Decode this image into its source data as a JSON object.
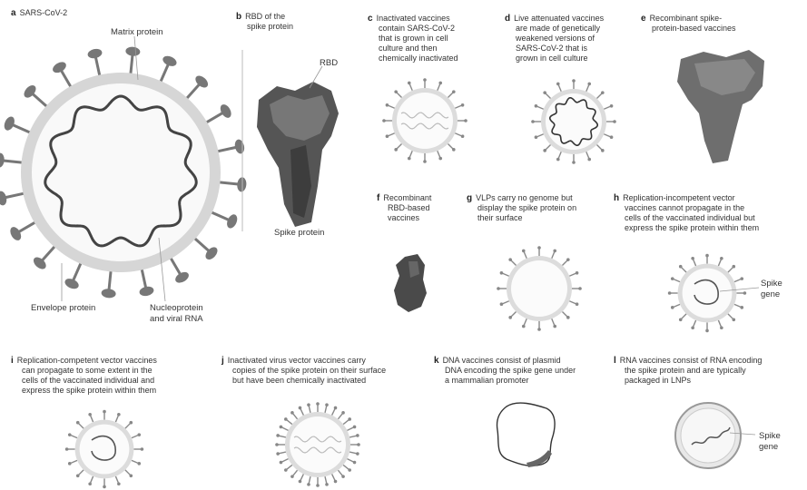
{
  "panels": {
    "a": {
      "letter": "a",
      "caption": "SARS-CoV-2",
      "labels": {
        "matrix": "Matrix protein",
        "envelope": "Envelope protein",
        "nucleo1": "Nucleoprotein",
        "nucleo2": "and viral RNA"
      }
    },
    "b": {
      "letter": "b",
      "caption1": "RBD of the",
      "caption2": "spike protein",
      "labels": {
        "rbd": "RBD",
        "spike": "Spike protein"
      }
    },
    "c": {
      "letter": "c",
      "lines": [
        "Inactivated vaccines",
        "contain SARS-CoV-2",
        "that is grown in cell",
        "culture and then",
        "chemically inactivated"
      ]
    },
    "d": {
      "letter": "d",
      "lines": [
        "Live attenuated vaccines",
        "are made of genetically",
        "weakened versions of",
        "SARS-CoV-2 that is",
        "grown in cell culture"
      ]
    },
    "e": {
      "letter": "e",
      "lines": [
        "Recombinant spike-",
        "protein-based vaccines"
      ]
    },
    "f": {
      "letter": "f",
      "lines": [
        "Recombinant",
        "RBD-based",
        "vaccines"
      ]
    },
    "g": {
      "letter": "g",
      "lines": [
        "VLPs carry no genome but",
        "display the spike protein on",
        "their surface"
      ]
    },
    "h": {
      "letter": "h",
      "lines": [
        "Replication-incompetent vector",
        "vaccines cannot propagate in the",
        "cells of the vaccinated individual but",
        "express the spike protein within them"
      ],
      "labels": {
        "spike1": "Spike",
        "spike2": "gene"
      }
    },
    "i": {
      "letter": "i",
      "lines": [
        "Replication-competent vector vaccines",
        "can propagate to some extent in the",
        "cells of the vaccinated individual and",
        "express the spike protein within them"
      ]
    },
    "j": {
      "letter": "j",
      "lines": [
        "Inactivated virus vector vaccines carry",
        "copies of the spike protein on their surface",
        "but have been chemically inactivated"
      ]
    },
    "k": {
      "letter": "k",
      "lines": [
        "DNA vaccines consist of plasmid",
        "DNA encoding the spike gene under",
        "a mammalian promoter"
      ]
    },
    "l": {
      "letter": "l",
      "lines": [
        "RNA vaccines consist of RNA encoding",
        "the spike protein and are typically",
        "packaged in LNPs"
      ],
      "labels": {
        "spike1": "Spike",
        "spike2": "gene"
      }
    }
  }
}
